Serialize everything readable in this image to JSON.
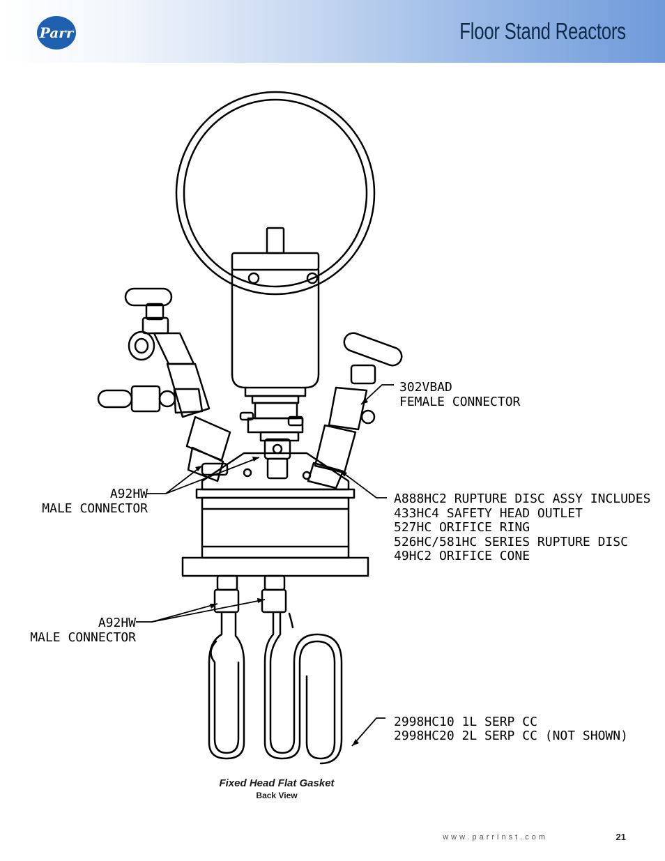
{
  "header": {
    "title": "Floor Stand Reactors",
    "logo_text": "Parr",
    "brand_color": "#1f5fb0"
  },
  "diagram": {
    "labels": {
      "female_connector_part": "302VBAD",
      "female_connector_name": "FEMALE CONNECTOR",
      "male_connector_upper_part": "A92HW",
      "male_connector_upper_name": "MALE CONNECTOR",
      "rupture_line1": "A888HC2 RUPTURE DISC ASSY INCLUDES",
      "rupture_line2": "433HC4 SAFETY HEAD OUTLET",
      "rupture_line3": "527HC ORIFICE RING",
      "rupture_line4": "526HC/581HC SERIES RUPTURE DISC",
      "rupture_line5": "49HC2 ORIFICE CONE",
      "male_connector_lower_part": "A92HW",
      "male_connector_lower_name": "MALE CONNECTOR",
      "coil_line1": "2998HC10 1L SERP CC",
      "coil_line2": "2998HC20 2L SERP CC (NOT SHOWN)"
    }
  },
  "caption": {
    "title": "Fixed Head Flat Gasket",
    "subtitle": "Back View"
  },
  "footer": {
    "website": "www.parrinst.com",
    "page_number": "21"
  }
}
